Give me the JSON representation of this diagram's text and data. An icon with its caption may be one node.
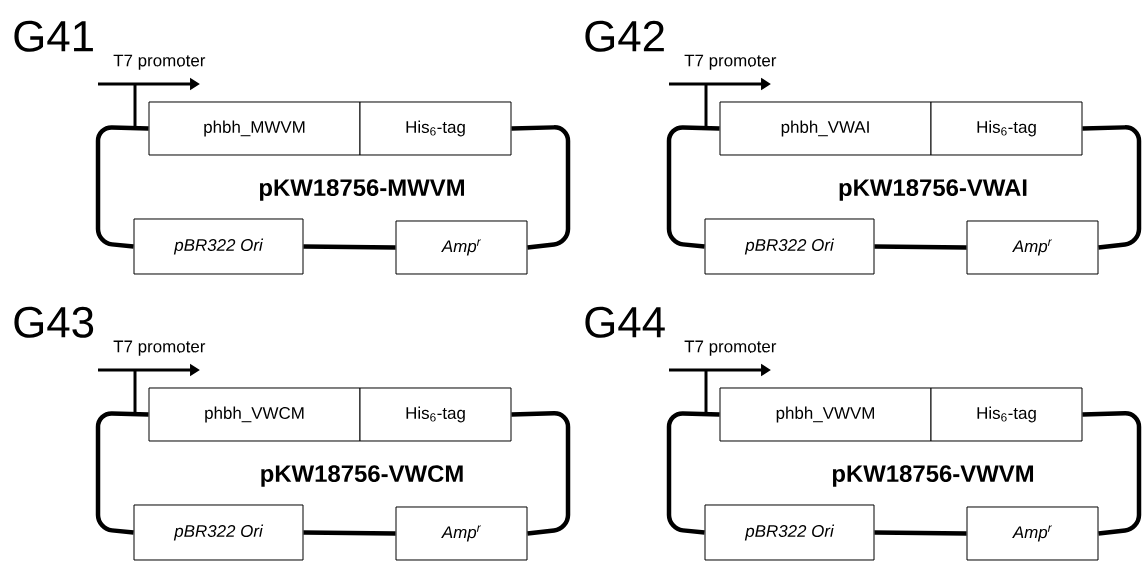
{
  "diagram": {
    "nodes": [
      {
        "text": [
          "phbh_MWVM"
        ]
      },
      {
        "text": [
          "His$_{6}$-tag"
        ]
      },
      {
        "text": [
          "pBR322 Ori"
        ]
      },
      {
        "text": [
          "Amp$^{r}$"
        ]
      },
      {
        "text": [
          "phbh_VWAI"
        ]
      },
      {
        "text": [
          "His$_{6}$-tag"
        ]
      },
      {
        "text": [
          "pBR322 Ori"
        ]
      },
      {
        "text": [
          "Amp$^{r}$"
        ]
      },
      {
        "text": [
          "phbh_VWCM"
        ]
      },
      {
        "text": [
          "His$_{6}$-tag"
        ]
      },
      {
        "text": [
          "pBR322 Ori"
        ]
      },
      {
        "text": [
          "Amp$^{r}$"
        ]
      },
      {
        "text": [
          "phbh_VWVM"
        ]
      },
      {
        "text": [
          "His$_{6}$-tag"
        ]
      },
      {
        "text": [
          "pBR322 Ori"
        ]
      },
      {
        "text": [
          "Amp$^{r}$"
        ]
      }
    ],
    "edges": [
      {
        "from": 1,
        "to": 3,
        "arrow": "none"
      },
      {
        "from": 3,
        "to": 2,
        "arrow": "none"
      },
      {
        "from": 2,
        "to": 0,
        "arrow": "none"
      },
      {
        "from": 5,
        "to": 7,
        "arrow": "none"
      },
      {
        "from": 7,
        "to": 6,
        "arrow": "none"
      },
      {
        "from": 6,
        "to": 4,
        "arrow": "none"
      },
      {
        "from": 9,
        "to": 11,
        "arrow": "none"
      },
      {
        "from": 11,
        "to": 10,
        "arrow": "none"
      },
      {
        "from": 10,
        "to": 8,
        "arrow": "none"
      },
      {
        "from": 13,
        "to": 15,
        "arrow": "none"
      },
      {
        "from": 15,
        "to": 14,
        "arrow": "none"
      },
      {
        "from": 14,
        "to": 12,
        "arrow": "none"
      }
    ],
    "labels": [
      "G41",
      "T7 promoter",
      "pKW18756-MWVM",
      "G42",
      "T7 promoter",
      "pKW18756-VWAI",
      "G43",
      "T7 promoter",
      "pKW18756-VWCM",
      "G44",
      "T7 promoter",
      "pKW18756-VWVM"
    ]
  }
}
